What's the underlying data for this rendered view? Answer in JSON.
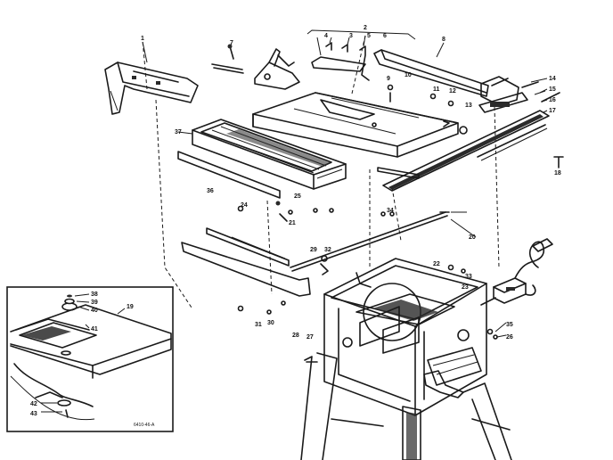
{
  "diagram": {
    "callouts": [
      "1",
      "2",
      "3",
      "4",
      "5",
      "6",
      "7",
      "8",
      "9",
      "10",
      "11",
      "12",
      "13",
      "14",
      "15",
      "16",
      "17",
      "18",
      "19",
      "20",
      "21",
      "22",
      "23",
      "24",
      "25",
      "26",
      "27",
      "28",
      "29",
      "30",
      "31",
      "32",
      "33",
      "34",
      "35",
      "36",
      "37",
      "38",
      "39",
      "40",
      "41",
      "42",
      "43"
    ],
    "inset_code": "6410-46-A"
  }
}
